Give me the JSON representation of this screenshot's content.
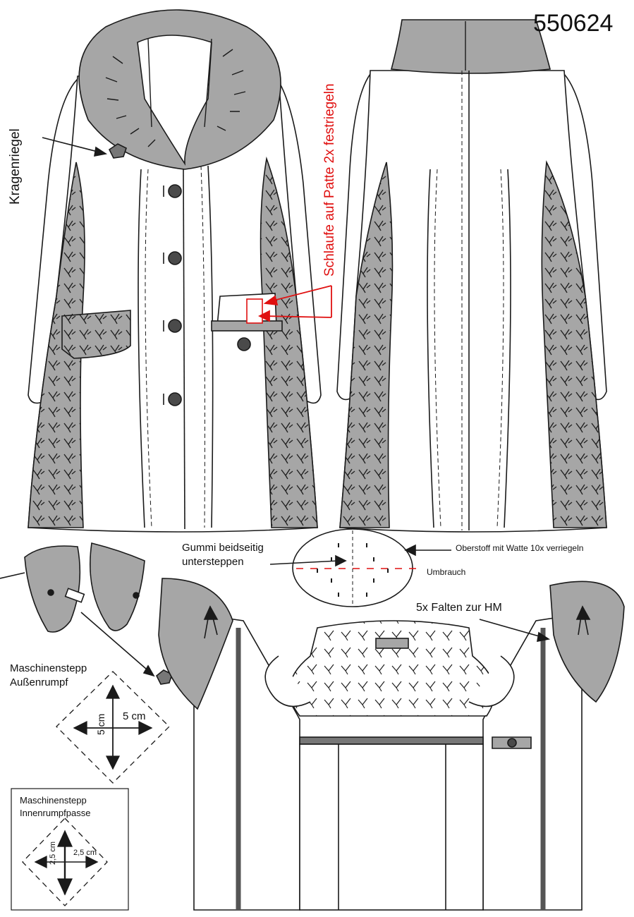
{
  "model_number": "550624",
  "labels": {
    "kragenriegel": "Kragenriegel",
    "schlaufe": "Schlaufe auf Patte 2x  festriegeln",
    "gummi_line1": "Gummi beidseitig",
    "gummi_line2": "untersteppen",
    "oberstoff": "Oberstoff mit Watte 10x verriegeln",
    "umbrauch": "Umbrauch",
    "falten": "5x Falten zur HM",
    "maschinenstepp_aussen_1": "Maschinenstepp",
    "maschinenstepp_aussen_2": "Außenrumpf",
    "dim_5cm_h": "5 cm",
    "dim_5cm_v": "5 cm",
    "maschinenstepp_innen_1": "Maschinenstepp",
    "maschinenstepp_innen_2": "Innenrumpfpasse",
    "dim_25cm_h": "2,5 cm",
    "dim_25cm_v": "2,5 cm"
  },
  "colors": {
    "fabric_gray": "#a6a6a6",
    "outline": "#1a1a1a",
    "annotation_red": "#e01010",
    "button_dark": "#4a4a4a"
  }
}
